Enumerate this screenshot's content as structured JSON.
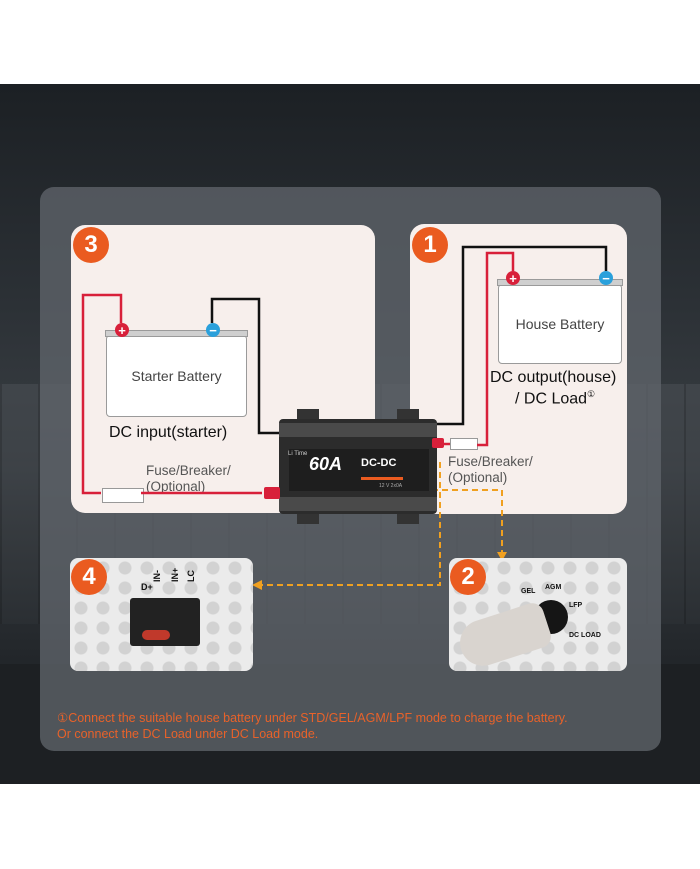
{
  "steps": {
    "step1": {
      "badge": "1",
      "battery_label": "House Battery",
      "output_label_line1": "DC output(house)",
      "output_label_line2": "/ DC Load",
      "output_label_mark": "①",
      "fuse_line1": "Fuse/Breaker/",
      "fuse_line2": "(Optional)"
    },
    "step2": {
      "badge": "2",
      "knob_labels": [
        "GEL",
        "AGM",
        "LFP",
        "DC LOAD"
      ]
    },
    "step3": {
      "badge": "3",
      "battery_label": "Starter Battery",
      "input_label": "DC input(starter)",
      "fuse_line1": "Fuse/Breaker/",
      "fuse_line2": "(Optional)"
    },
    "step4": {
      "badge": "4",
      "terminal_labels": [
        "D+",
        "IN-",
        "IN+",
        "LC"
      ]
    }
  },
  "device": {
    "brand": "Li Time",
    "rating": "60A",
    "model": "DC-DC",
    "subtext": "12 V  2x0A"
  },
  "terminal_signs": {
    "plus": "+",
    "minus": "−"
  },
  "footnote": {
    "line1": "①Connect the suitable house battery under STD/GEL/AGM/LPF mode to charge the battery.",
    "line2": "Or connect the DC Load under DC Load mode."
  },
  "colors": {
    "badge": "#ea5b20",
    "positive": "#d8203a",
    "negative": "#2aa0db",
    "card": "#f7efec",
    "dashed_arrow": "#f0a020",
    "footnote": "#e8622a"
  }
}
